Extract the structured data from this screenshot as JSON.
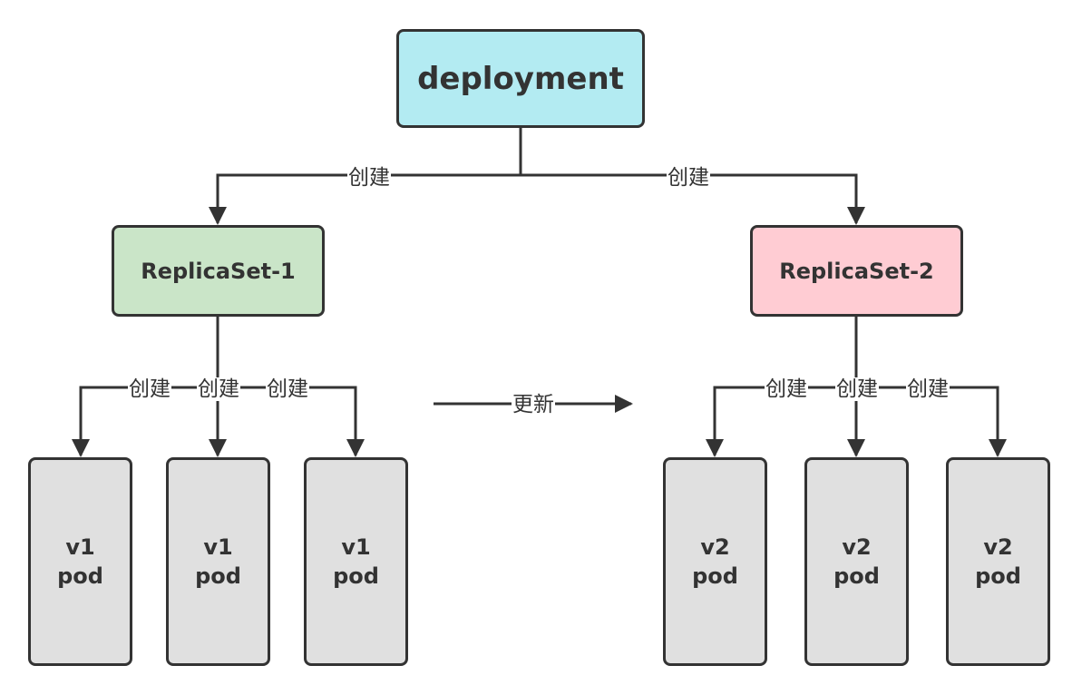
{
  "colors": {
    "deployment_fill": "#b3ebf2",
    "replicaset_1_fill": "#cae5c8",
    "replicaset_2_fill": "#ffccd3",
    "pod_fill": "#e0e0e0",
    "stroke": "#333333"
  },
  "nodes": {
    "deployment": "deployment",
    "replicaset_1": "ReplicaSet-1",
    "replicaset_2": "ReplicaSet-2",
    "pods": [
      {
        "version": "v1",
        "label": "pod"
      },
      {
        "version": "v1",
        "label": "pod"
      },
      {
        "version": "v1",
        "label": "pod"
      },
      {
        "version": "v2",
        "label": "pod"
      },
      {
        "version": "v2",
        "label": "pod"
      },
      {
        "version": "v2",
        "label": "pod"
      }
    ]
  },
  "edges": {
    "create_label": "创建",
    "update_label": "更新"
  }
}
